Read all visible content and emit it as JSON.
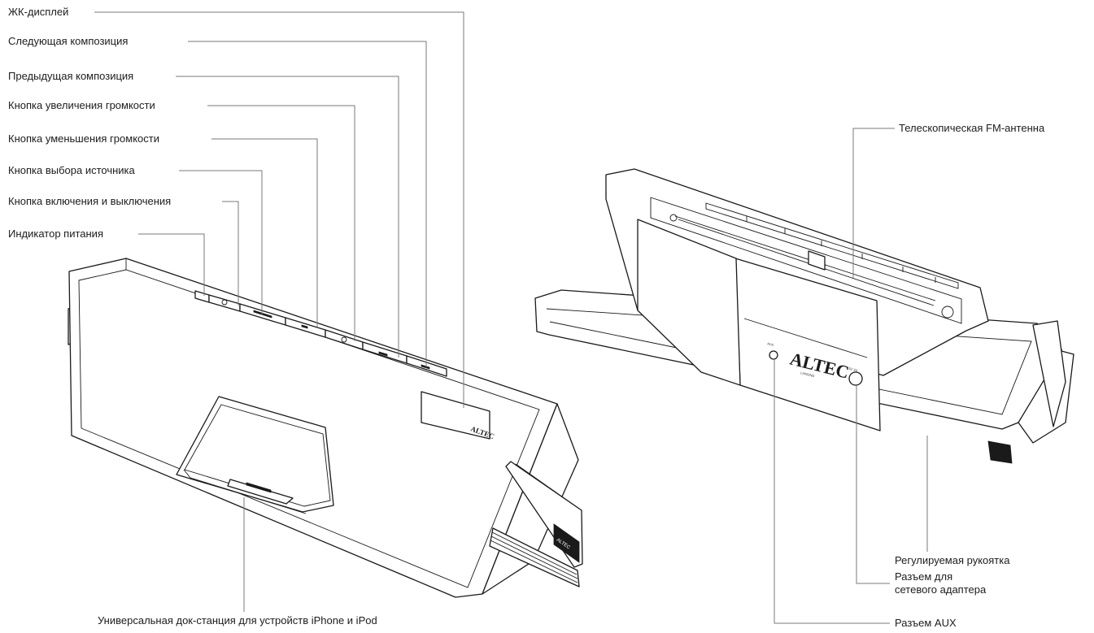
{
  "left_labels": {
    "lcd_display": "ЖК-дисплей",
    "next_track": "Следующая композиция",
    "previous_track": "Предыдущая композиция",
    "volume_up": "Кнопка увеличения громкости",
    "volume_down": "Кнопка уменьшения громкости",
    "source_select": "Кнопка выбора источника",
    "power_button": "Кнопка включения и выключения",
    "power_indicator": "Индикатор питания",
    "universal_dock": "Универсальная док-станция для устройств iPhone и iPod"
  },
  "right_labels": {
    "fm_antenna": "Телескопическая FM-антенна",
    "adjustable_handle": "Регулируемая рукоятка",
    "power_adapter_jack_line1": "Разъем для",
    "power_adapter_jack_line2": "сетевого адаптера",
    "aux_jack": "Разъем AUX"
  },
  "device_markings": {
    "brand": "ALTEC",
    "brand_sub": "LANSING",
    "aux_port": "AUX",
    "power_port": "7.5V 3A"
  }
}
